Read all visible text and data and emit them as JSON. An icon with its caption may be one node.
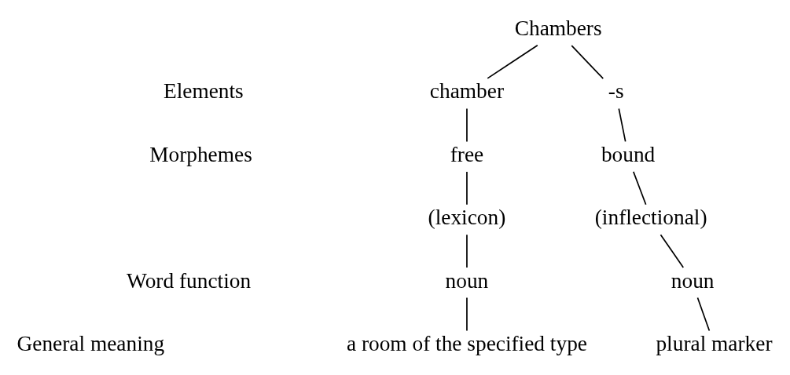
{
  "diagram": {
    "nodes": [
      {
        "text": [
          "Chambers"
        ]
      },
      {
        "text": [
          "chamber"
        ]
      },
      {
        "text": [
          "-s"
        ]
      },
      {
        "text": [
          "free"
        ]
      },
      {
        "text": [
          "bound"
        ]
      },
      {
        "text": [
          "(lexicon)"
        ]
      },
      {
        "text": [
          "(inflectional)"
        ]
      },
      {
        "text": [
          "noun"
        ]
      },
      {
        "text": [
          "noun"
        ]
      },
      {
        "text": [
          "a room of the specified type"
        ]
      },
      {
        "text": [
          "plural marker"
        ]
      }
    ],
    "edges": [
      {
        "from": 0,
        "to": 1,
        "arrow": "none"
      },
      {
        "from": 0,
        "to": 2,
        "arrow": "none"
      },
      {
        "from": 1,
        "to": 3,
        "arrow": "none"
      },
      {
        "from": 3,
        "to": 5,
        "arrow": "none"
      },
      {
        "from": 5,
        "to": 7,
        "arrow": "none"
      },
      {
        "from": 7,
        "to": 9,
        "arrow": "none"
      },
      {
        "from": 2,
        "to": 4,
        "arrow": "none"
      },
      {
        "from": 4,
        "to": 6,
        "arrow": "none"
      },
      {
        "from": 6,
        "to": 8,
        "arrow": "none"
      },
      {
        "from": 8,
        "to": 10,
        "arrow": "none"
      }
    ],
    "labels": [
      "Elements",
      "Morphemes",
      "Word function",
      "General meaning"
    ]
  }
}
